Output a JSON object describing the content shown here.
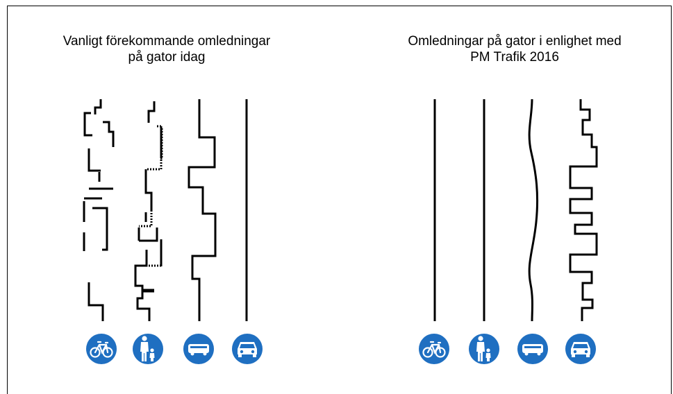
{
  "left_panel": {
    "title_line1": "Vanligt förekommande omledningar",
    "title_line2": "på gator idag",
    "icons": [
      "bicycle-icon",
      "pedestrian-icon",
      "bus-icon",
      "car-icon"
    ]
  },
  "right_panel": {
    "title_line1": "Omledningar på gator i enlighet med",
    "title_line2": "PM Trafik 2016",
    "icons": [
      "bicycle-icon",
      "pedestrian-icon",
      "bus-icon",
      "car-icon"
    ]
  },
  "colors": {
    "sign_blue": "#1f6fc1",
    "line": "#000000"
  }
}
